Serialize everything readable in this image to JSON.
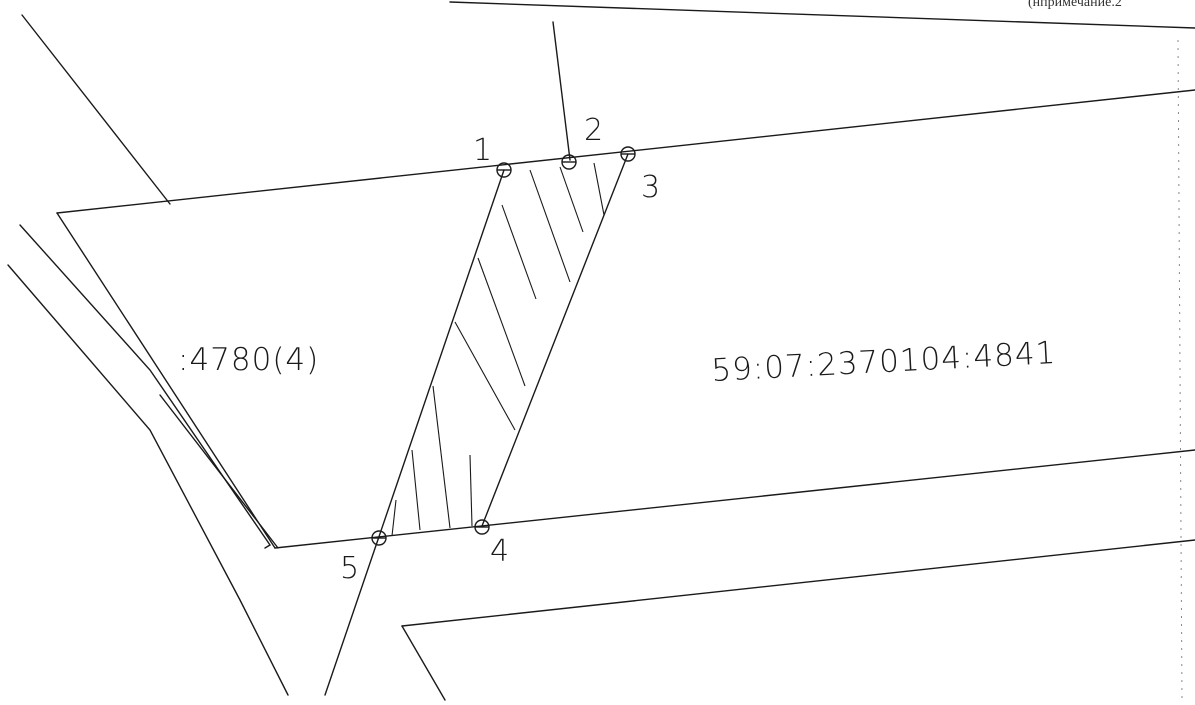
{
  "header": {
    "cut_text": "(нпримечание.2"
  },
  "parcels": {
    "left_label": ":4780(4)",
    "right_label": "59:07:2370104:4841"
  },
  "points": {
    "p1": "1",
    "p2": "2",
    "p3": "3",
    "p4": "4",
    "p5": "5"
  },
  "colors": {
    "ink": "#1a1a1a",
    "paper": "#ffffff"
  }
}
